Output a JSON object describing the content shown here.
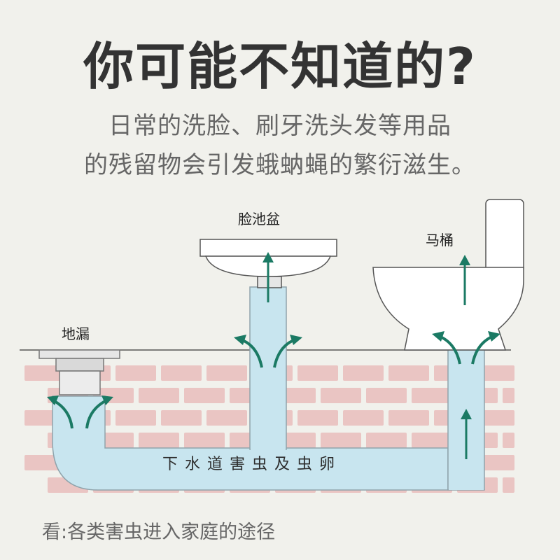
{
  "title": "你可能不知道的?",
  "subtitle_lines": [
    "日常的洗脸、刷牙洗头发等用品",
    "的残留物会引发蛾蚋蝇的繁衍滋生。"
  ],
  "labels": {
    "floor_drain": "地漏",
    "wash_basin": "脸池盆",
    "toilet": "马桶",
    "pipe_text": "下水道害虫及虫卵"
  },
  "caption": "看:各类害虫进入家庭的途径",
  "colors": {
    "background": "#f1f1ec",
    "brick": "#eac5c3",
    "pipe": "#c8e5ef",
    "arrow": "#1b7a64",
    "title": "#333333",
    "text": "#666666"
  }
}
